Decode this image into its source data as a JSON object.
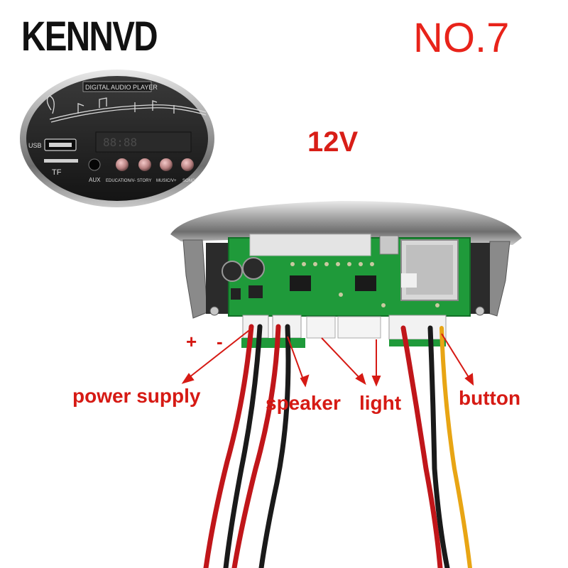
{
  "brand": "KENNVD",
  "model_number": "NO.7",
  "voltage": "12V",
  "panel": {
    "title": "DIGITAL AUDIO PLAYER",
    "usb_label": "USB",
    "tf_label": "TF",
    "aux_label": "AUX",
    "button_labels": [
      "EDUCATION/V-",
      "STORY",
      "MUSIC/V+",
      "SONG"
    ]
  },
  "annotations": {
    "plus": "+",
    "minus": "-",
    "power_supply": "power supply",
    "speaker": "speaker",
    "light": "light",
    "button": "button"
  },
  "colors": {
    "label_red": "#d61a14",
    "pcb_green": "#1f9a3a",
    "wire_red": "#c0161a",
    "wire_black": "#1a1a1a",
    "wire_yellow": "#e8a514",
    "chrome": "#9c9c9c"
  }
}
